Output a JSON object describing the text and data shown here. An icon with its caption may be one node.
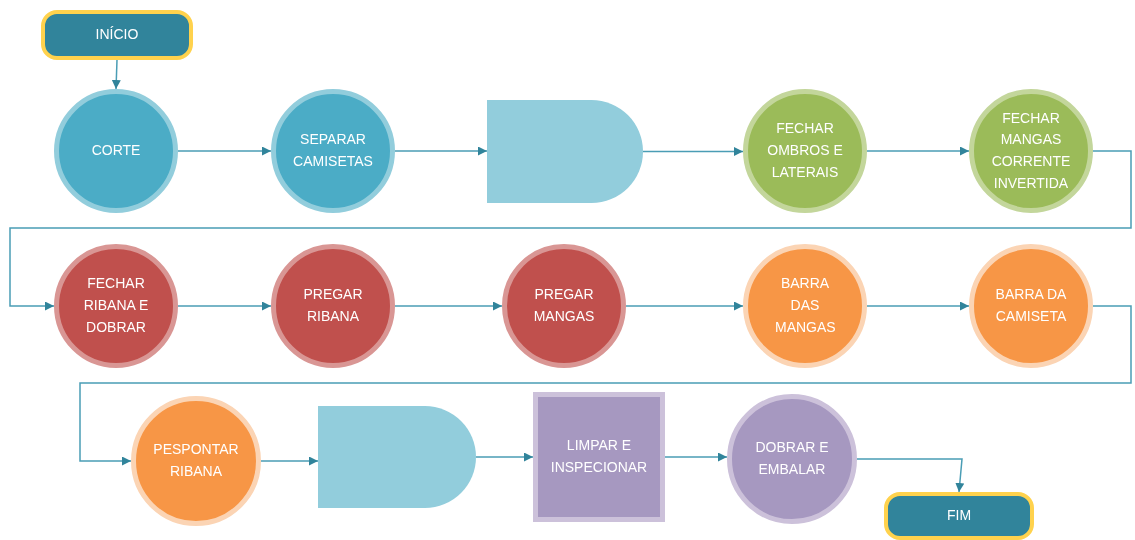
{
  "diagram": {
    "nodes": [
      {
        "text": [
          "INÍCIO"
        ]
      },
      {
        "text": [
          "CORTE"
        ]
      },
      {
        "text": [
          "SEPARAR CAMISETAS"
        ]
      },
      {
        "text": [],
        "shape": "delay"
      },
      {
        "text": [
          "FECHAR OMBROS E LATERAIS"
        ]
      },
      {
        "text": [
          "FECHAR MANGAS CORRENTE INVERTIDA"
        ]
      },
      {
        "text": [
          "FECHAR RIBANA E DOBRAR"
        ]
      },
      {
        "text": [
          "PREGAR RIBANA"
        ]
      },
      {
        "text": [
          "PREGAR MANGAS"
        ]
      },
      {
        "text": [
          "BARRA DAS MANGAS"
        ]
      },
      {
        "text": [
          "BARRA DA CAMISETA"
        ]
      },
      {
        "text": [
          "PESPONTAR RIBANA"
        ]
      },
      {
        "text": [],
        "shape": "delay"
      },
      {
        "text": [
          "LIMPAR E INSPECIONAR"
        ]
      },
      {
        "text": [
          "DOBRAR E EMBALAR"
        ]
      },
      {
        "text": [
          "FIM"
        ]
      }
    ],
    "edges": [
      {
        "from": 0,
        "to": 1,
        "arrow": "to"
      },
      {
        "from": 1,
        "to": 2,
        "arrow": "to"
      },
      {
        "from": 2,
        "to": 3,
        "arrow": "to"
      },
      {
        "from": 3,
        "to": 4,
        "arrow": "to"
      },
      {
        "from": 4,
        "to": 5,
        "arrow": "to"
      },
      {
        "from": 5,
        "to": 6,
        "arrow": "to"
      },
      {
        "from": 6,
        "to": 7,
        "arrow": "to"
      },
      {
        "from": 7,
        "to": 8,
        "arrow": "to"
      },
      {
        "from": 8,
        "to": 9,
        "arrow": "to"
      },
      {
        "from": 9,
        "to": 10,
        "arrow": "to"
      },
      {
        "from": 10,
        "to": 11,
        "arrow": "to"
      },
      {
        "from": 11,
        "to": 12,
        "arrow": "to"
      },
      {
        "from": 12,
        "to": 13,
        "arrow": "to"
      },
      {
        "from": 13,
        "to": 14,
        "arrow": "to"
      },
      {
        "from": 14,
        "to": 15,
        "arrow": "to"
      }
    ]
  }
}
